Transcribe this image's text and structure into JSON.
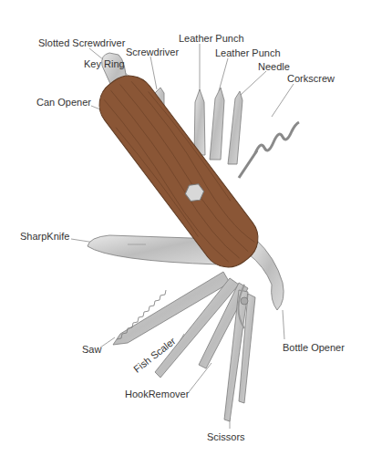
{
  "diagram": {
    "labels": [
      "Slotted Screwdriver",
      "Key Ring",
      "Screwdriver",
      "Leather Punch",
      "Leather Punch",
      "Needle",
      "Corkscrew",
      "Can Opener",
      "SharpKnife",
      "Saw",
      "Fish Scaler",
      "HookRemover",
      "Scissors",
      "Bottle Opener"
    ]
  }
}
